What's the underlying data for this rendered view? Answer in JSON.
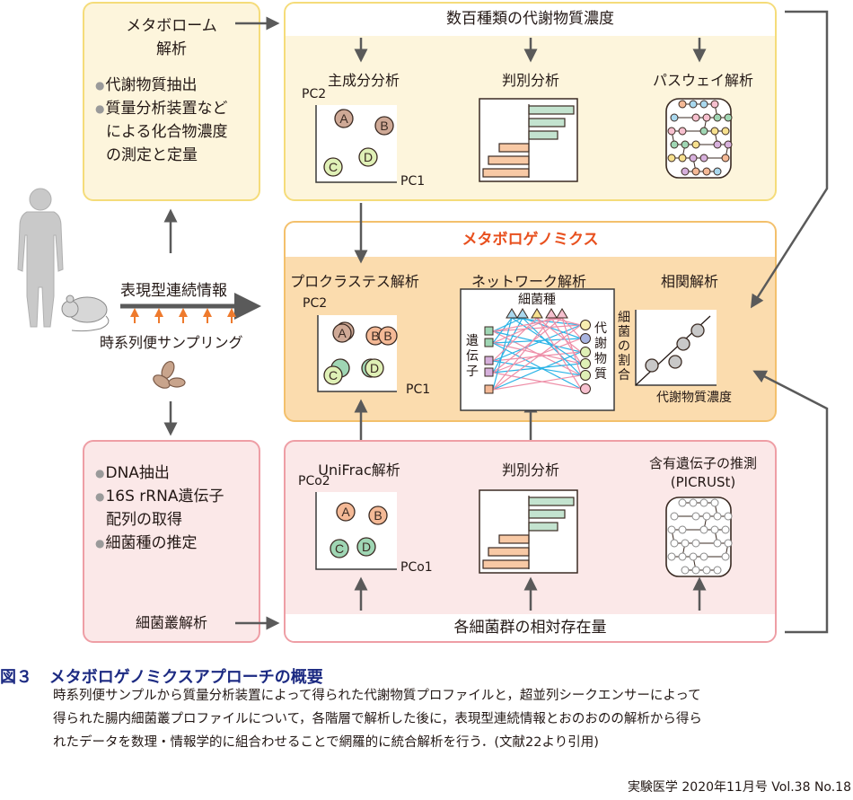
{
  "metabolome": {
    "title_line1": "メタボローム",
    "title_line2": "解析",
    "bullets": [
      "代謝物質抽出",
      "質量分析装置など"
    ],
    "bullet2_cont": [
      "による化合物濃度",
      "の測定と定量"
    ]
  },
  "metabolite_panel": {
    "header": "数百種類の代謝物質濃度",
    "pca": {
      "title": "主成分分析",
      "ylabel": "PC2",
      "xlabel": "PC1",
      "points": [
        "A",
        "B",
        "C",
        "D"
      ]
    },
    "discriminant": {
      "title": "判別分析"
    },
    "pathway": {
      "title": "パスウェイ解析"
    }
  },
  "metabologenomics": {
    "header": "メタボロゲノミクス",
    "procrustes": {
      "title": "プロクラステス解析",
      "ylabel": "PC2",
      "xlabel": "PC1",
      "points": [
        "A",
        "B",
        "B",
        "C",
        "D"
      ]
    },
    "network": {
      "title": "ネットワーク解析",
      "top_label": "細菌種",
      "left_label": "遺伝子",
      "right_label": "代謝物質"
    },
    "correlation": {
      "title": "相関解析",
      "ylabel": "細菌の割合",
      "xlabel": "代謝物質濃度"
    }
  },
  "center": {
    "phenotype_label": "表現型連続情報",
    "sampling_label": "時系列便サンプリング"
  },
  "microbiome": {
    "bullets": [
      "DNA抽出",
      "16S rRNA遺伝子",
      "細菌種の推定"
    ],
    "bullet2_cont": "配列の取得",
    "footer": "細菌叢解析"
  },
  "bacteria_panel": {
    "footer": "各細菌群の相対存在量",
    "unifrac": {
      "title": "UniFrac解析",
      "ylabel": "PCo2",
      "xlabel": "PCo1",
      "points": [
        "A",
        "B",
        "C",
        "D"
      ]
    },
    "discriminant": {
      "title": "判別分析"
    },
    "picrust": {
      "title_line1": "含有遺伝子の推測",
      "title_line2": "(PICRUSt)"
    }
  },
  "caption": {
    "figure_no": "図３",
    "title": "メタボロゲノミクスアプローチの概要",
    "body_lines": [
      "時系列便サンプルから質量分析装置によって得られた代謝物質プロファイルと，超並列シークエンサーによって",
      "得られた腸内細菌叢プロファイルについて，各階層で解析した後に，表現型連続情報とおのおのの解析から得ら",
      "れたデータを数理・情報学的に組合わせることで網羅的に統合解析を行う．(文献22より引用)"
    ],
    "source": "実験医学 2020年11月号 Vol.38 No.18"
  },
  "colors": {
    "title_red": "#e8501e",
    "caption_blue": "#1c2a82",
    "arrow_gray": "#5a5a5a",
    "sampling_orange": "#ee7a2d",
    "green_bar": "#c3e3cf",
    "orange_bar": "#f8c9a5",
    "link_pink": "#ee8fa8",
    "link_blue": "#2bb3e6"
  }
}
